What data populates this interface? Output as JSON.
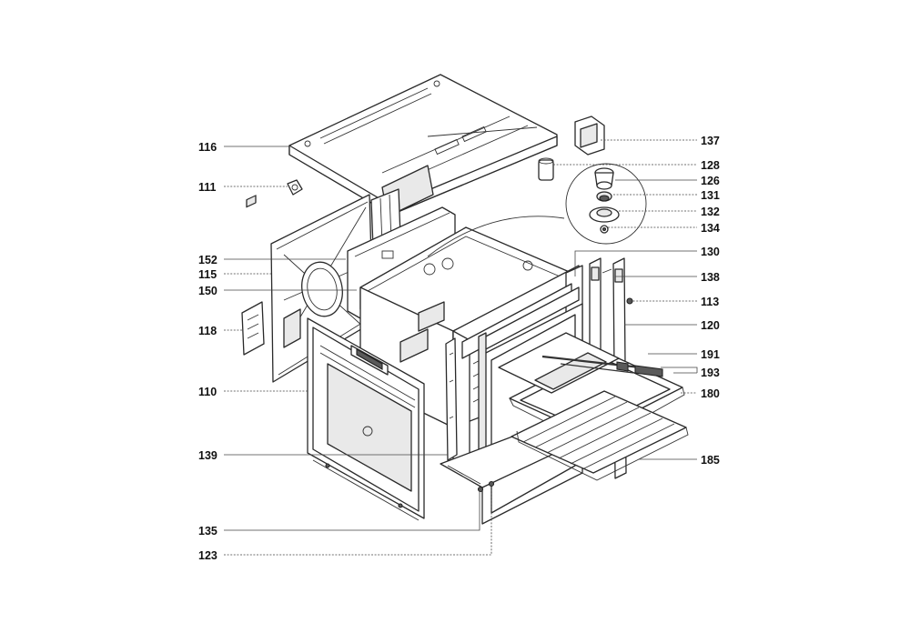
{
  "diagram": {
    "labels": [
      {
        "id": "116",
        "text": "116"
      },
      {
        "id": "111",
        "text": "111"
      },
      {
        "id": "152",
        "text": "152"
      },
      {
        "id": "115",
        "text": "115"
      },
      {
        "id": "150",
        "text": "150"
      },
      {
        "id": "118",
        "text": "118"
      },
      {
        "id": "110",
        "text": "110"
      },
      {
        "id": "139",
        "text": "139"
      },
      {
        "id": "135",
        "text": "135"
      },
      {
        "id": "123",
        "text": "123"
      },
      {
        "id": "137",
        "text": "137"
      },
      {
        "id": "128",
        "text": "128"
      },
      {
        "id": "126",
        "text": "126"
      },
      {
        "id": "131",
        "text": "131"
      },
      {
        "id": "132",
        "text": "132"
      },
      {
        "id": "134",
        "text": "134"
      },
      {
        "id": "130",
        "text": "130"
      },
      {
        "id": "138",
        "text": "138"
      },
      {
        "id": "113",
        "text": "113"
      },
      {
        "id": "120",
        "text": "120"
      },
      {
        "id": "191",
        "text": "191"
      },
      {
        "id": "193",
        "text": "193"
      },
      {
        "id": "180",
        "text": "180"
      },
      {
        "id": "185",
        "text": "185"
      }
    ]
  }
}
